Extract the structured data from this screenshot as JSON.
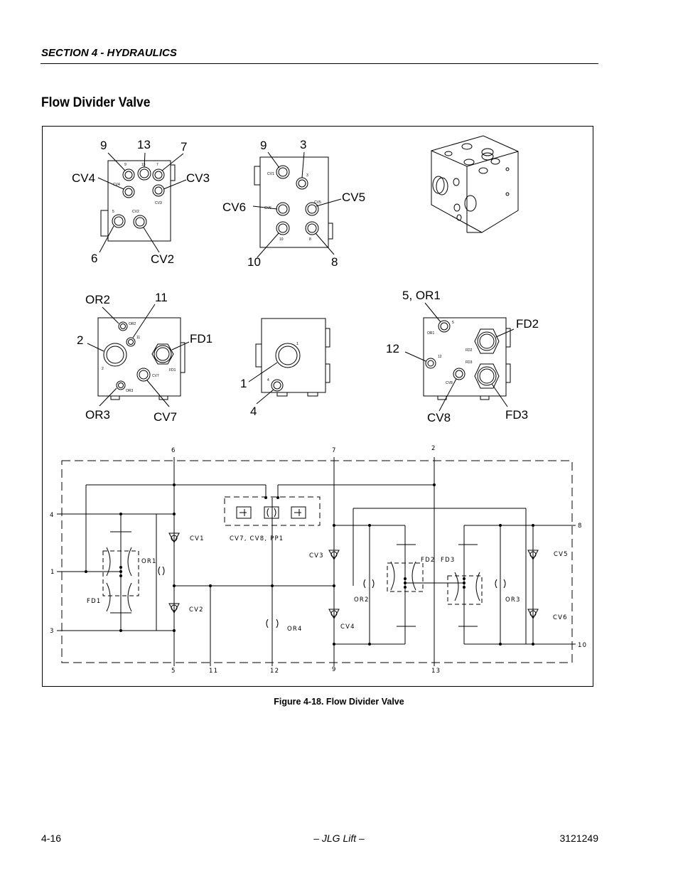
{
  "header": {
    "section": "SECTION 4 - HYDRAULICS"
  },
  "page_title": "Flow Divider Valve",
  "views": {
    "v1": {
      "l9": "9",
      "l13": "13",
      "l7": "7",
      "cv4": "CV4",
      "cv3": "CV3",
      "l6": "6",
      "cv2": "CV2",
      "t9": "9",
      "t13": "13",
      "t7": "7",
      "tcv4": "CV4",
      "tcv3": "CV3",
      "t5": "5",
      "tcv2": "CV2"
    },
    "v2": {
      "l9": "9",
      "l3": "3",
      "cv6": "CV6",
      "cv5": "CV5",
      "l10": "10",
      "l8": "8",
      "tcv1": "CV1",
      "t3": "3",
      "tcv6": "CV6",
      "tcv5": "CV5",
      "t10": "10",
      "t8": "8"
    },
    "v4": {
      "or2": "OR2",
      "l11": "11",
      "l2": "2",
      "fd1": "FD1",
      "or3": "OR3",
      "cv7": "CV7",
      "tor2": "OR2",
      "t11": "11",
      "t2": "2",
      "tfd1": "FD1",
      "tcv7": "CV7",
      "tor3": "OR3"
    },
    "v5": {
      "l1": "1",
      "l4": "4",
      "t1": "1",
      "t4": "4"
    },
    "v6": {
      "or1": "5, OR1",
      "fd2": "FD2",
      "l12": "12",
      "cv8": "CV8",
      "fd3": "FD3",
      "tor1": "OR1",
      "t5": "5",
      "tfd2": "FD2",
      "t12": "12",
      "tfd3": "FD3",
      "tcv8": "CV8"
    }
  },
  "schematic": {
    "p6": "6",
    "p7": "7",
    "p2": "2",
    "p4": "4",
    "p1": "1",
    "p3": "3",
    "p8": "8",
    "p10": "10",
    "p5": "5",
    "p11": "11",
    "p12": "12",
    "p9": "9",
    "p13": "13",
    "cv1": "CV1",
    "cv2": "CV2",
    "cv3": "CV3",
    "cv4": "CV4",
    "cv5": "CV5",
    "cv6": "CV6",
    "or1": "OR1",
    "or2": "OR2",
    "or3": "OR3",
    "or4": "OR4",
    "fd1": "FD1",
    "fd2": "FD2",
    "fd3": "FD3",
    "module": "CV7, CV8, PP1"
  },
  "caption": "Figure 4-18.  Flow Divider Valve",
  "footer": {
    "page": "4-16",
    "center": "– JLG Lift –",
    "doc": "3121249"
  }
}
